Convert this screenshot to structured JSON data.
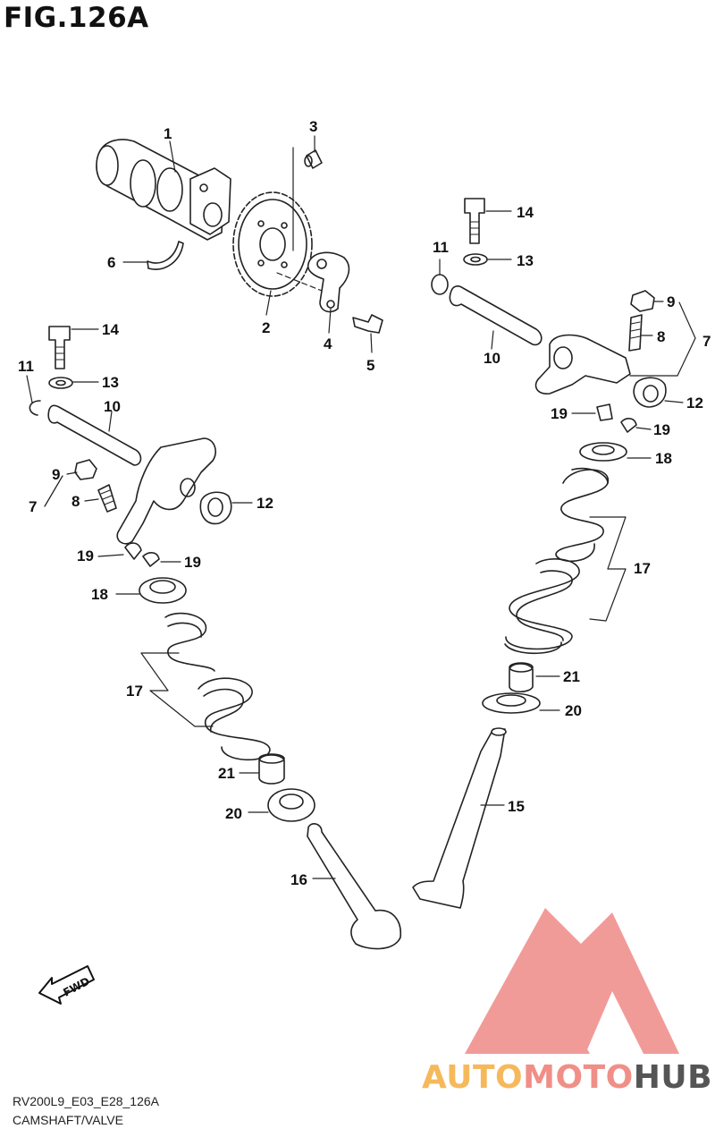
{
  "figure": {
    "title": "FIG.126A",
    "code": "RV200L9_E03_E28_126A",
    "caption": "CAMSHAFT/VALVE"
  },
  "direction_arrow": {
    "label": "FWD"
  },
  "watermark": {
    "brand_part1": "AUTO",
    "brand_part2": "MOTO",
    "brand_part3": "HUB",
    "colors": {
      "auto": "#f5b95c",
      "moto": "#f08f87",
      "hub": "#555555",
      "logo": "#ee8a86"
    }
  },
  "callouts": {
    "c1": "1",
    "c2": "2",
    "c3": "3",
    "c4": "4",
    "c5": "5",
    "c6": "6",
    "c14a": "14",
    "c13a": "13",
    "c11a": "11",
    "c10a": "10",
    "c9a": "9",
    "c8a": "8",
    "c7a": "7",
    "c12a": "12",
    "c19a": "19",
    "c19b": "19",
    "c14b": "14",
    "c13b": "13",
    "c11b": "11",
    "c10b": "10",
    "c9b": "9",
    "c8b": "8",
    "c7b": "7",
    "c12b": "12",
    "c19c": "19",
    "c19d": "19",
    "c18a": "18",
    "c17a": "17",
    "c21a": "21",
    "c20a": "20",
    "c16": "16",
    "c18b": "18",
    "c17b": "17",
    "c21b": "21",
    "c20b": "20",
    "c15": "15"
  }
}
